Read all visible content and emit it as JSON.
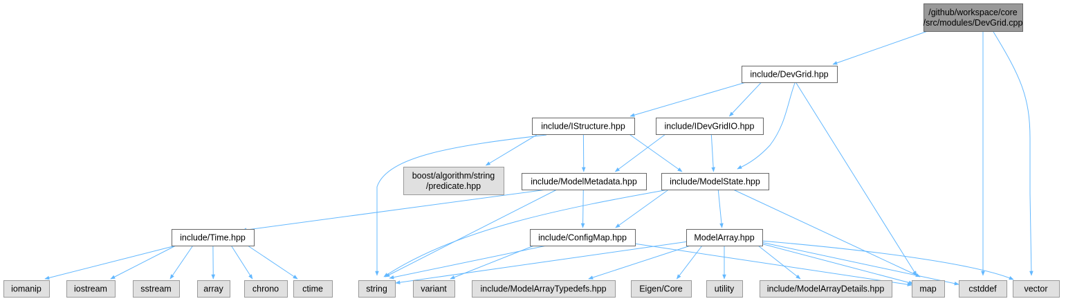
{
  "colors": {
    "root_fill": "#999999",
    "root_stroke": "#666666",
    "header_fill": "#ffffff",
    "header_stroke": "#666666",
    "external_fill": "#e0e0e0",
    "external_stroke": "#999999",
    "edge": "#63b8ff"
  },
  "nodes": [
    {
      "id": "devgrid_cpp",
      "kind": "root",
      "lines": [
        "/github/workspace/core",
        "/src/modules/DevGrid.cpp"
      ]
    },
    {
      "id": "devgrid_hpp",
      "kind": "header",
      "lines": [
        "include/DevGrid.hpp"
      ]
    },
    {
      "id": "istructure",
      "kind": "header",
      "lines": [
        "include/IStructure.hpp"
      ]
    },
    {
      "id": "idevgridio",
      "kind": "header",
      "lines": [
        "include/IDevGridIO.hpp"
      ]
    },
    {
      "id": "boost_predicate",
      "kind": "external",
      "lines": [
        "boost/algorithm/string",
        "/predicate.hpp"
      ]
    },
    {
      "id": "modelmetadata",
      "kind": "header",
      "lines": [
        "include/ModelMetadata.hpp"
      ]
    },
    {
      "id": "modelstate",
      "kind": "header",
      "lines": [
        "include/ModelState.hpp"
      ]
    },
    {
      "id": "time_hpp",
      "kind": "header",
      "lines": [
        "include/Time.hpp"
      ]
    },
    {
      "id": "configmap",
      "kind": "header",
      "lines": [
        "include/ConfigMap.hpp"
      ]
    },
    {
      "id": "modelarray",
      "kind": "header",
      "lines": [
        "ModelArray.hpp"
      ]
    },
    {
      "id": "iomanip",
      "kind": "external",
      "lines": [
        "iomanip"
      ]
    },
    {
      "id": "iostream",
      "kind": "external",
      "lines": [
        "iostream"
      ]
    },
    {
      "id": "sstream",
      "kind": "external",
      "lines": [
        "sstream"
      ]
    },
    {
      "id": "array",
      "kind": "external",
      "lines": [
        "array"
      ]
    },
    {
      "id": "chrono",
      "kind": "external",
      "lines": [
        "chrono"
      ]
    },
    {
      "id": "ctime",
      "kind": "external",
      "lines": [
        "ctime"
      ]
    },
    {
      "id": "string",
      "kind": "external",
      "lines": [
        "string"
      ]
    },
    {
      "id": "variant",
      "kind": "external",
      "lines": [
        "variant"
      ]
    },
    {
      "id": "modelarraytypedefs",
      "kind": "external",
      "lines": [
        "include/ModelArrayTypedefs.hpp"
      ]
    },
    {
      "id": "eigen_core",
      "kind": "external",
      "lines": [
        "Eigen/Core"
      ]
    },
    {
      "id": "utility",
      "kind": "external",
      "lines": [
        "utility"
      ]
    },
    {
      "id": "modelarraydetails",
      "kind": "external",
      "lines": [
        "include/ModelArrayDetails.hpp"
      ]
    },
    {
      "id": "map",
      "kind": "external",
      "lines": [
        "map"
      ]
    },
    {
      "id": "cstddef",
      "kind": "external",
      "lines": [
        "cstddef"
      ]
    },
    {
      "id": "vector",
      "kind": "external",
      "lines": [
        "vector"
      ]
    }
  ],
  "edges": [
    {
      "from": "devgrid_cpp",
      "to": "devgrid_hpp"
    },
    {
      "from": "devgrid_cpp",
      "to": "cstddef"
    },
    {
      "from": "devgrid_cpp",
      "to": "vector"
    },
    {
      "from": "devgrid_hpp",
      "to": "istructure"
    },
    {
      "from": "devgrid_hpp",
      "to": "idevgridio"
    },
    {
      "from": "devgrid_hpp",
      "to": "modelstate"
    },
    {
      "from": "devgrid_hpp",
      "to": "map"
    },
    {
      "from": "istructure",
      "to": "string"
    },
    {
      "from": "istructure",
      "to": "boost_predicate"
    },
    {
      "from": "istructure",
      "to": "modelmetadata"
    },
    {
      "from": "istructure",
      "to": "modelstate"
    },
    {
      "from": "idevgridio",
      "to": "modelmetadata"
    },
    {
      "from": "idevgridio",
      "to": "modelstate"
    },
    {
      "from": "modelmetadata",
      "to": "time_hpp"
    },
    {
      "from": "modelmetadata",
      "to": "configmap"
    },
    {
      "from": "modelmetadata",
      "to": "string"
    },
    {
      "from": "modelstate",
      "to": "string"
    },
    {
      "from": "modelstate",
      "to": "configmap"
    },
    {
      "from": "modelstate",
      "to": "modelarray"
    },
    {
      "from": "modelstate",
      "to": "map"
    },
    {
      "from": "time_hpp",
      "to": "iomanip"
    },
    {
      "from": "time_hpp",
      "to": "iostream"
    },
    {
      "from": "time_hpp",
      "to": "sstream"
    },
    {
      "from": "time_hpp",
      "to": "array"
    },
    {
      "from": "time_hpp",
      "to": "chrono"
    },
    {
      "from": "time_hpp",
      "to": "ctime"
    },
    {
      "from": "configmap",
      "to": "string"
    },
    {
      "from": "configmap",
      "to": "variant"
    },
    {
      "from": "configmap",
      "to": "map"
    },
    {
      "from": "modelarray",
      "to": "string"
    },
    {
      "from": "modelarray",
      "to": "modelarraytypedefs"
    },
    {
      "from": "modelarray",
      "to": "eigen_core"
    },
    {
      "from": "modelarray",
      "to": "utility"
    },
    {
      "from": "modelarray",
      "to": "modelarraydetails"
    },
    {
      "from": "modelarray",
      "to": "map"
    },
    {
      "from": "modelarray",
      "to": "cstddef"
    },
    {
      "from": "modelarray",
      "to": "vector"
    }
  ]
}
